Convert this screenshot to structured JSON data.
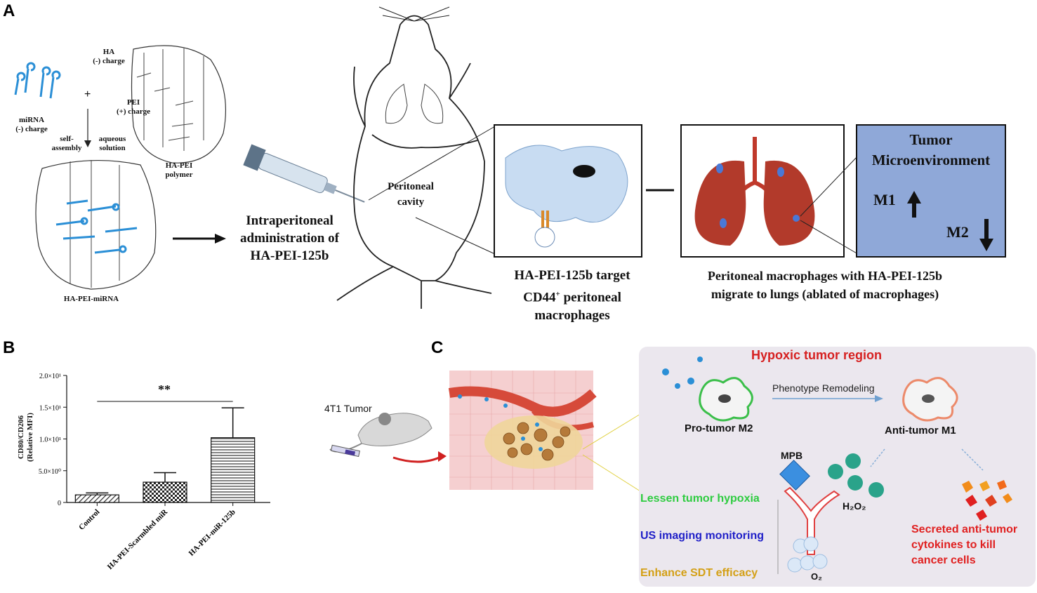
{
  "panels": {
    "a": "A",
    "b": "B",
    "c": "C"
  },
  "panel_a": {
    "mirna_label": "miRNA\n(-) charge",
    "ha_label": "HA\n(-) charge",
    "pei_label": "PEI\n(+) charge",
    "plus": "+",
    "self_assembly": "self-\nassembly",
    "aqueous_solution": "aqueous\nsolution",
    "polymer_label": "HA-PEI\npolymer",
    "complex_label": "HA-PEI-miRNA",
    "admin_text": "Intraperitoneal\nadministration of\nHA-PEI-125b",
    "cavity_label": "Peritoneal\ncavity",
    "target_caption": "HA-PEI-125b target\nCD44",
    "target_sup": "+",
    "target_caption2": " peritoneal\nmacrophages",
    "migrate_caption": "Peritoneal macrophages with HA-PEI-125b\nmigrate to lungs (ablated of macrophages)",
    "tme_title": "Tumor\nMicroenvironment",
    "m1_label": "M1",
    "m2_label": "M2",
    "colors": {
      "blue_strand": "#2b8fd6",
      "tme_box": "#8fa8d8",
      "lung_red": "#c0392b"
    }
  },
  "chart_data": {
    "type": "bar",
    "categories": [
      "Control",
      "HA-PEI-Scarmbled miR",
      "HA-PEI-miR-125b"
    ],
    "values": [
      0.12,
      0.32,
      1.02
    ],
    "errors": [
      0.03,
      0.15,
      0.47
    ],
    "ylabel": "CD80/CD206\n(Relative MFI)",
    "yticks": [
      "0",
      "5.0×10⁰",
      "1.0×10¹",
      "1.5×10¹",
      "2.0×10¹"
    ],
    "ytick_values": [
      0,
      0.5,
      1.0,
      1.5,
      2.0
    ],
    "ylim": [
      0,
      2.0
    ],
    "significance": "**",
    "patterns": [
      "diagonal",
      "checker",
      "horizontal"
    ]
  },
  "panel_c": {
    "tumor_label": "4T1 Tumor",
    "hypoxic_title": "Hypoxic tumor region",
    "remodel_label": "Phenotype Remodeling",
    "pro_label": "Pro-tumor M2",
    "anti_label": "Anti-tumor M1",
    "mpb_label": "MPB",
    "h2o2": "H₂O₂",
    "o2": "O₂",
    "lessen": "Lessen tumor hypoxia",
    "us_imaging": "US imaging monitoring",
    "enhance": "Enhance SDT efficacy",
    "secreted": "Secreted anti-tumor\ncytokines to kill\ncancer cells",
    "colors": {
      "title_red": "#d62020",
      "lessen_green": "#2ecc40",
      "us_blue": "#2020c8",
      "enhance_gold": "#d4a017",
      "secreted_red": "#e02020",
      "bg_box": "#ebe7ee",
      "teal": "#2aa38a"
    }
  }
}
